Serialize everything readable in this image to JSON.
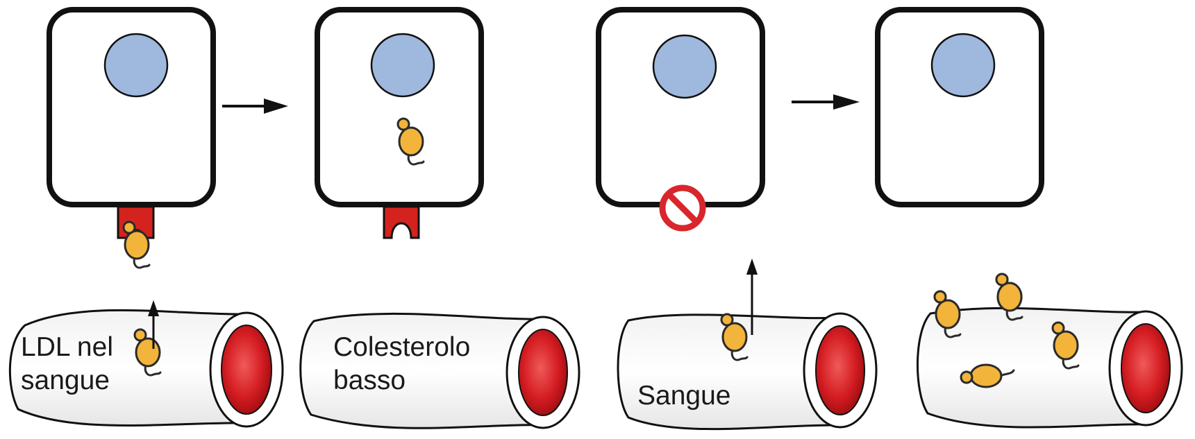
{
  "panels": [
    {
      "id": "normal-binding",
      "label_lines": [
        "LDL nel",
        "sangue"
      ]
    },
    {
      "id": "normal-result",
      "label_lines": [
        "Colesterolo",
        "basso"
      ]
    },
    {
      "id": "blocked-binding",
      "label_lines": [
        "Sangue"
      ]
    },
    {
      "id": "blocked-result",
      "label_lines": []
    }
  ],
  "icons": {
    "cell_nucleus": "cell-nucleus",
    "ldl_particle": "ldl-particle",
    "ldl_receptor": "ldl-receptor",
    "no_entry": "no-entry-icon",
    "blood_vessel": "blood-vessel",
    "arrow": "arrow"
  },
  "colors": {
    "nucleus_fill": "#9fb8dd",
    "ldl_fill": "#f2b43a",
    "receptor_fill": "#d4231e",
    "vessel_lumen": "#c8141b",
    "no_entry": "#d8262c"
  }
}
